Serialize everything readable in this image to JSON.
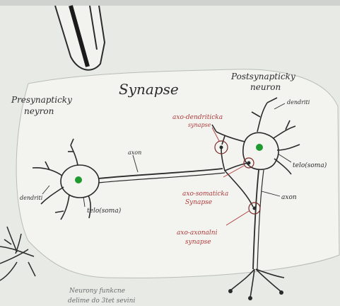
{
  "title": "Synapse",
  "presynaptic_neuron": {
    "line1": "Presynapticky",
    "line2": "neyron"
  },
  "postsynaptic_neuron": {
    "line1": "Postsynapticky",
    "line2": "neuron"
  },
  "labels": {
    "dendrites_left": "dendriti",
    "body_left": "telo(soma)",
    "axon_top": "axon",
    "dendrites_right": "dendriti",
    "body_right": "telo(soma)",
    "axon_right": "axon"
  },
  "synapse_types": {
    "axodendritic": {
      "line1": "axo-dendriticka",
      "line2": "synapse"
    },
    "axosomatic": {
      "line1": "axo-somaticka",
      "line2": "Synapse"
    },
    "axoaxonal": {
      "line1": "axo-axonalni",
      "line2": "synapse"
    }
  },
  "bottom_note": {
    "line1": "Neurony funkcne",
    "line2": "delime do 3tet sevini"
  },
  "colors": {
    "ink": "#2b2b2b",
    "red_ink": "#b03a3a",
    "nucleus": "#1e9a2e",
    "paper": "#f3f4f0"
  }
}
